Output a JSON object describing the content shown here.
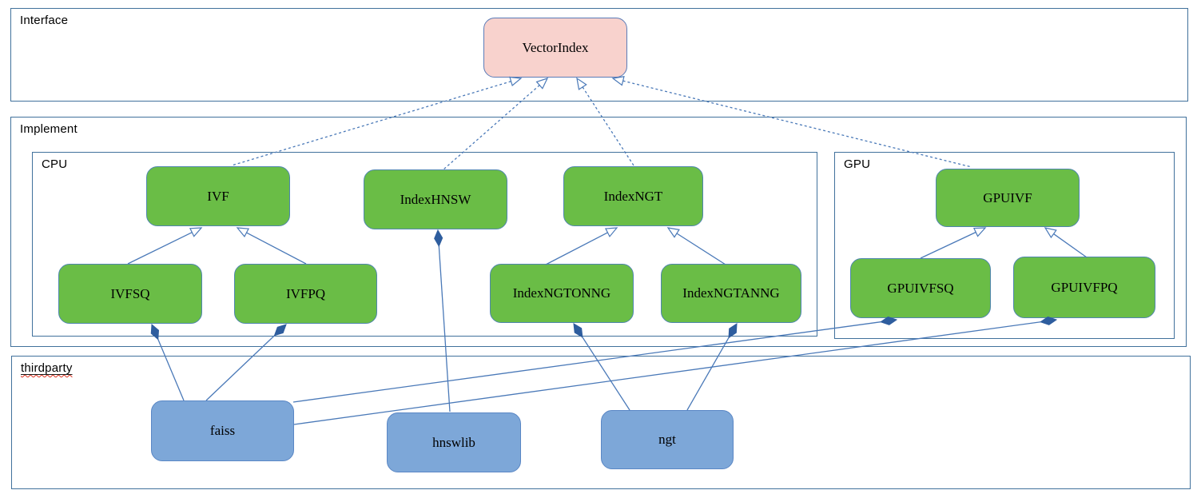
{
  "diagram": {
    "containers": {
      "interface": {
        "label": "Interface"
      },
      "implement": {
        "label": "Implement"
      },
      "cpu": {
        "label": "CPU"
      },
      "gpu": {
        "label": "GPU"
      },
      "thirdparty": {
        "label": "thirdparty"
      }
    },
    "nodes": {
      "vectorindex": {
        "label": "VectorIndex",
        "kind": "interface"
      },
      "ivf": {
        "label": "IVF",
        "kind": "cpu-class"
      },
      "indexhnsw": {
        "label": "IndexHNSW",
        "kind": "cpu-class"
      },
      "indexngt": {
        "label": "IndexNGT",
        "kind": "cpu-class"
      },
      "ivfsq": {
        "label": "IVFSQ",
        "kind": "cpu-class"
      },
      "ivfpq": {
        "label": "IVFPQ",
        "kind": "cpu-class"
      },
      "indexngtonng": {
        "label": "IndexNGTONNG",
        "kind": "cpu-class"
      },
      "indexngtanng": {
        "label": "IndexNGTANNG",
        "kind": "cpu-class"
      },
      "gpuivf": {
        "label": "GPUIVF",
        "kind": "gpu-class"
      },
      "gpuivfsq": {
        "label": "GPUIVFSQ",
        "kind": "gpu-class"
      },
      "gpuivfpq": {
        "label": "GPUIVFPQ",
        "kind": "gpu-class"
      },
      "faiss": {
        "label": "faiss",
        "kind": "thirdparty-lib"
      },
      "hnswlib": {
        "label": "hnswlib",
        "kind": "thirdparty-lib"
      },
      "ngt": {
        "label": "ngt",
        "kind": "thirdparty-lib"
      }
    },
    "edges": [
      {
        "from": "IVF",
        "to": "VectorIndex",
        "relation": "realizes",
        "line": "dashed",
        "marker": "hollow-arrow"
      },
      {
        "from": "IndexHNSW",
        "to": "VectorIndex",
        "relation": "realizes",
        "line": "dashed",
        "marker": "hollow-arrow"
      },
      {
        "from": "IndexNGT",
        "to": "VectorIndex",
        "relation": "realizes",
        "line": "dashed",
        "marker": "hollow-arrow"
      },
      {
        "from": "GPUIVF",
        "to": "VectorIndex",
        "relation": "realizes",
        "line": "dashed",
        "marker": "hollow-arrow"
      },
      {
        "from": "IVFSQ",
        "to": "IVF",
        "relation": "extends",
        "line": "solid",
        "marker": "hollow-arrow"
      },
      {
        "from": "IVFPQ",
        "to": "IVF",
        "relation": "extends",
        "line": "solid",
        "marker": "hollow-arrow"
      },
      {
        "from": "IndexNGTONNG",
        "to": "IndexNGT",
        "relation": "extends",
        "line": "solid",
        "marker": "hollow-arrow"
      },
      {
        "from": "IndexNGTANNG",
        "to": "IndexNGT",
        "relation": "extends",
        "line": "solid",
        "marker": "hollow-arrow"
      },
      {
        "from": "GPUIVFSQ",
        "to": "GPUIVF",
        "relation": "extends",
        "line": "solid",
        "marker": "hollow-arrow"
      },
      {
        "from": "GPUIVFPQ",
        "to": "GPUIVF",
        "relation": "extends",
        "line": "solid",
        "marker": "hollow-arrow"
      },
      {
        "from": "faiss",
        "to": "IVFSQ",
        "relation": "composed-into",
        "line": "solid",
        "marker": "filled-diamond"
      },
      {
        "from": "faiss",
        "to": "IVFPQ",
        "relation": "composed-into",
        "line": "solid",
        "marker": "filled-diamond"
      },
      {
        "from": "hnswlib",
        "to": "IndexHNSW",
        "relation": "composed-into",
        "line": "solid",
        "marker": "filled-diamond"
      },
      {
        "from": "ngt",
        "to": "IndexNGTONNG",
        "relation": "composed-into",
        "line": "solid",
        "marker": "filled-diamond"
      },
      {
        "from": "ngt",
        "to": "IndexNGTANNG",
        "relation": "composed-into",
        "line": "solid",
        "marker": "filled-diamond"
      },
      {
        "from": "faiss",
        "to": "GPUIVFSQ",
        "relation": "composed-into",
        "line": "solid",
        "marker": "filled-diamond"
      },
      {
        "from": "faiss",
        "to": "GPUIVFPQ",
        "relation": "composed-into",
        "line": "solid",
        "marker": "filled-diamond"
      }
    ],
    "colors": {
      "container_border": "#41719c",
      "connector_line": "#4a79b8",
      "class_fill_green": "#6abd46",
      "interface_fill_pink": "#f8d2cd",
      "thirdparty_fill_blue": "#7da7d8",
      "diamond_fill": "#2e5d9e",
      "spellcheck_squiggle": "#e0301e",
      "text": "#000000"
    }
  }
}
